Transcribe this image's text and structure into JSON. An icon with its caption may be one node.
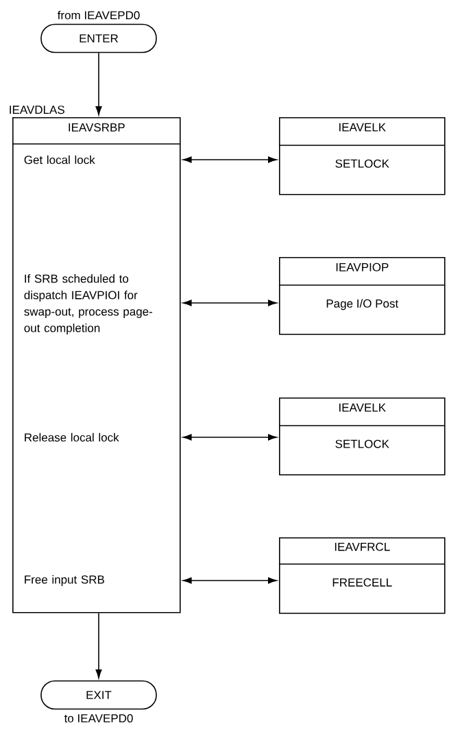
{
  "diagram": {
    "nodes": [
      {
        "text": [
          "ENTER"
        ],
        "beside": [
          "from IEAVEPD0"
        ]
      },
      {
        "text": [
          "IEAVDLAS",
          "IEAVSRBP",
          "Get local lock",
          "If SRB scheduled to dispatch IEAVPIOI for swap-out, process page-out completion",
          "Release local lock",
          "Free input SRB"
        ]
      },
      {
        "text": [
          "IEAVELK",
          "SETLOCK"
        ]
      },
      {
        "text": [
          "IEAVPIOP",
          "Page I/O Post"
        ]
      },
      {
        "text": [
          "IEAVELK",
          "SETLOCK"
        ]
      },
      {
        "text": [
          "IEAVFRCL",
          "FREECELL"
        ]
      },
      {
        "text": [
          "EXIT"
        ],
        "beside": [
          "to IEAVEPD0"
        ]
      }
    ],
    "edges": [
      {
        "from": 0,
        "to": 1,
        "arrow": "to"
      },
      {
        "from": 1,
        "to": 2,
        "arrow": "both"
      },
      {
        "from": 1,
        "to": 3,
        "arrow": "both"
      },
      {
        "from": 1,
        "to": 4,
        "arrow": "both"
      },
      {
        "from": 1,
        "to": 5,
        "arrow": "both"
      },
      {
        "from": 1,
        "to": 6,
        "arrow": "to"
      }
    ]
  }
}
